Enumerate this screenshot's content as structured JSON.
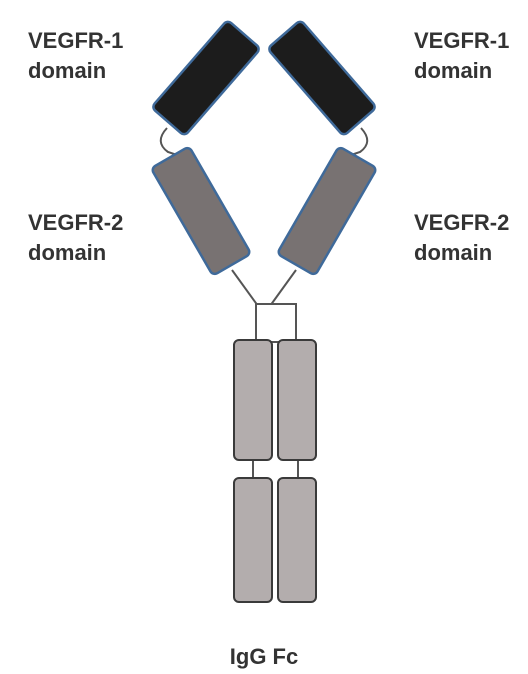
{
  "labels": {
    "vegfr1_left": [
      "VEGFR-1",
      "domain"
    ],
    "vegfr1_right": [
      "VEGFR-1",
      "domain"
    ],
    "vegfr2_left": [
      "VEGFR-2",
      "domain"
    ],
    "vegfr2_right": [
      "VEGFR-2",
      "domain"
    ],
    "fc": "IgG Fc"
  },
  "colors": {
    "vegfr1_fill": "#1c1c1c",
    "vegfr2_fill": "#787272",
    "domain_outline": "#3f6a9a",
    "fc_fill": "#b3adad",
    "fc_outline": "#3a3a3a",
    "linker": "#555555",
    "text": "#333333"
  }
}
